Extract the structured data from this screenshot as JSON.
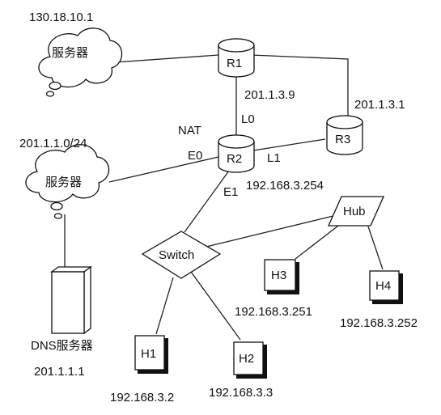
{
  "labels": {
    "server_top_ip": "130.18.10.1",
    "server_top_name": "服务器",
    "r1": "R1",
    "r2": "R2",
    "r3": "R3",
    "r1_r2_ip": "201.1.3.9",
    "r1_r3_ip": "201.1.3.1",
    "l0": "L0",
    "l1": "L1",
    "nat": "NAT",
    "e0": "E0",
    "e1": "E1",
    "subnet": "201.1.1.0/24",
    "server_left_name": "服务器",
    "r2_ip": "192.168.3.254",
    "hub": "Hub",
    "switch": "Switch",
    "h1": "H1",
    "h2": "H2",
    "h3": "H3",
    "h4": "H4",
    "h1_ip": "192.168.3.2",
    "h2_ip": "192.168.3.3",
    "h3_ip": "192.168.3.251",
    "h4_ip": "192.168.3.252",
    "dns_name": "DNS服务器",
    "dns_ip": "201.1.1.1"
  }
}
